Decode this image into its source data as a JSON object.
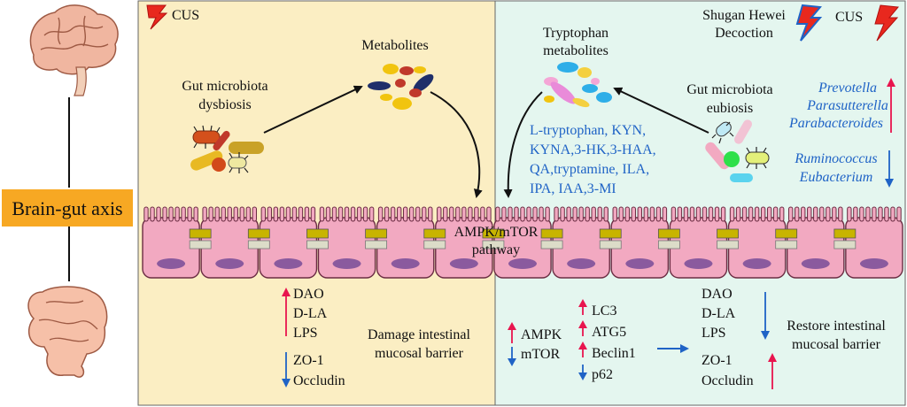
{
  "axis": {
    "label": "Brain-gut axis"
  },
  "left_panel": {
    "cus": "CUS",
    "dysbiosis": [
      "Gut microbiota",
      "dysbiosis"
    ],
    "metabolites": "Metabolites",
    "markers_up": [
      "DAO",
      "D-LA",
      "LPS"
    ],
    "markers_down": [
      "ZO-1",
      "Occludin"
    ],
    "outcome": [
      "Damage intestinal",
      "mucosal barrier"
    ]
  },
  "right_panel": {
    "treatment": [
      "Shugan Hewei",
      "Decoction"
    ],
    "cus": "CUS",
    "trp_title": [
      "Tryptophan",
      "metabolites"
    ],
    "trp_list": [
      "L-tryptophan, KYN,",
      "KYNA,3-HK,3-HAA,",
      "QA,tryptamine, ILA,",
      "IPA, IAA,3-MI"
    ],
    "eubiosis": [
      "Gut microbiota",
      "eubiosis"
    ],
    "bacteria_up": [
      "Prevotella",
      "Parasutterella",
      "Parabacteroides"
    ],
    "bacteria_down": [
      "Ruminococcus",
      "Eubacterium"
    ],
    "ampk_group": [
      "AMPK",
      "mTOR"
    ],
    "autophagy_up": [
      "LC3",
      "ATG5",
      "Beclin1"
    ],
    "autophagy_down": "p62",
    "restore_down": [
      "DAO",
      "D-LA",
      "LPS"
    ],
    "restore_up": [
      "ZO-1",
      "Occludin"
    ],
    "outcome": [
      "Restore intestinal",
      "mucosal barrier"
    ]
  },
  "pathway": [
    "AMPK/mTOR",
    "pathway"
  ],
  "colors": {
    "left_bg": "#fbeec3",
    "right_bg": "#e4f6ef",
    "cell": "#f2a9c1",
    "axis_box": "#f7a823",
    "up_arrow": "#e8154e",
    "down_arrow": "#1f63c6"
  }
}
